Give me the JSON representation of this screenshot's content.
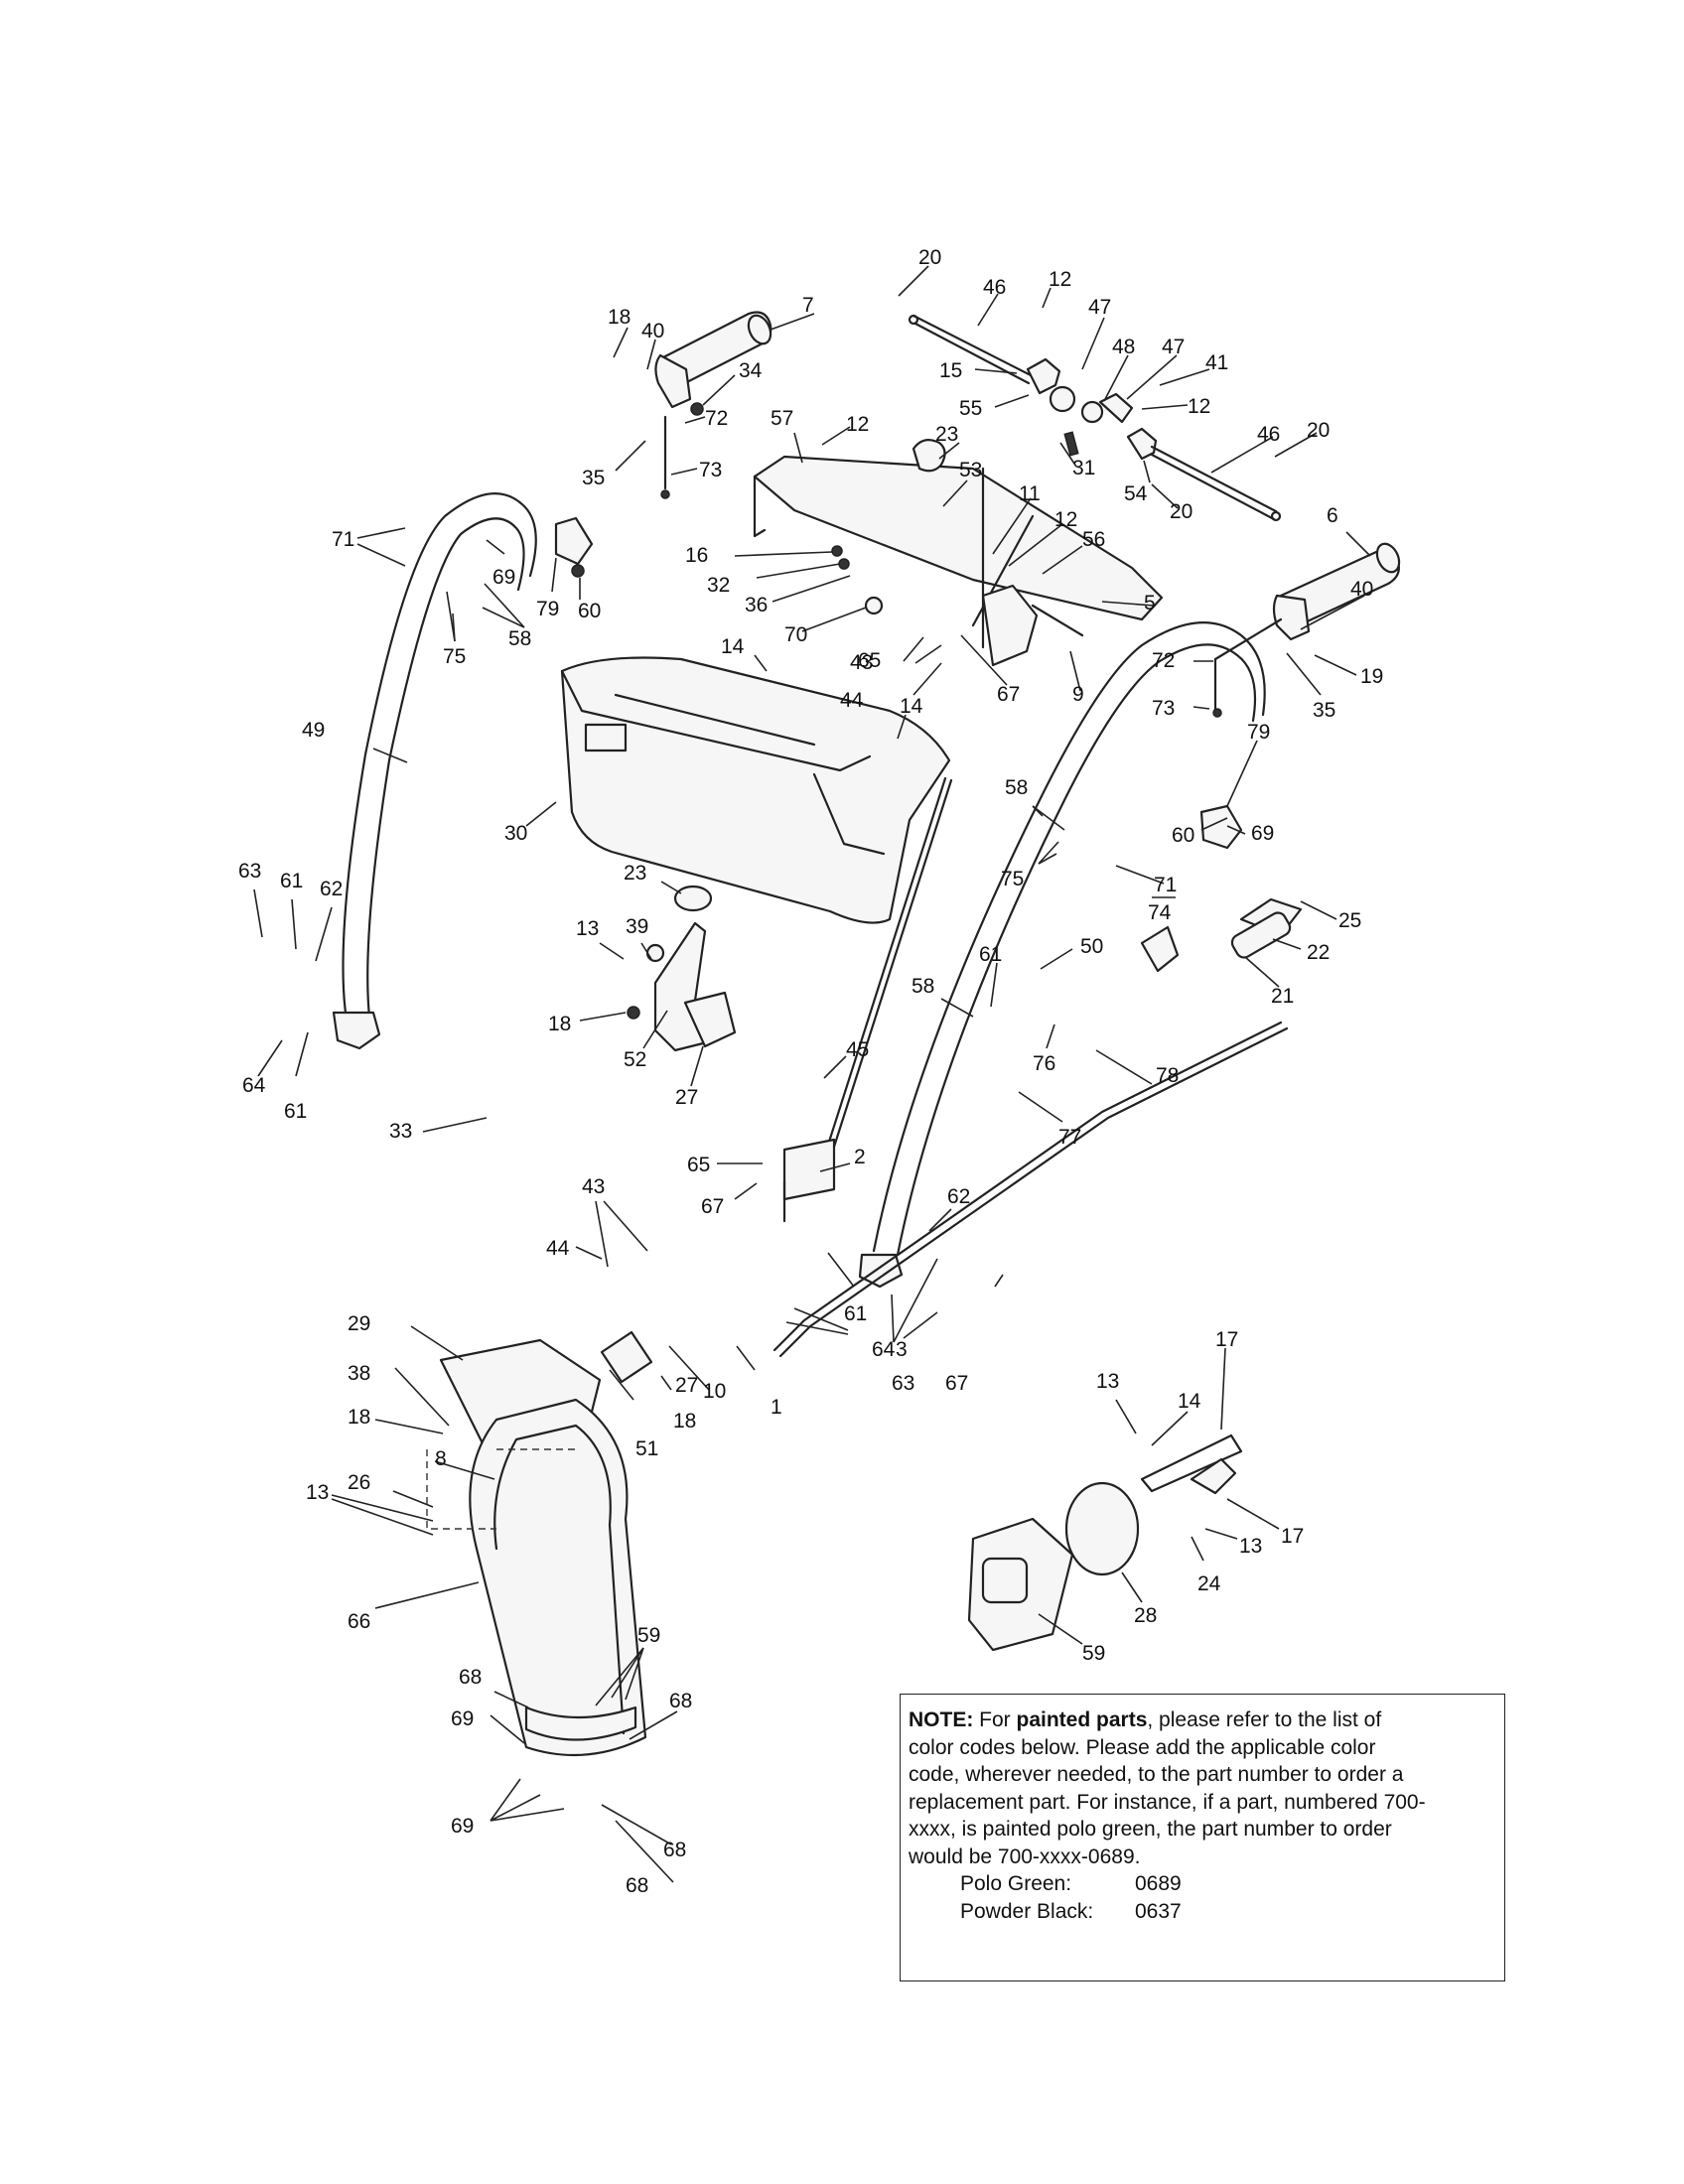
{
  "note": {
    "lead": "NOTE:",
    "pre": "For",
    "emph": "painted parts",
    "line1_rest": ", please refer to the list of",
    "line2": "color codes below. Please add the applicable color",
    "line3": "code, wherever needed, to the part number to order a",
    "line4": "replacement part. For instance, if a part, numbered 700-",
    "line5": "xxxx, is painted polo green, the part number to order",
    "line6": "would be 700-xxxx-0689.",
    "colors": [
      {
        "name": "Polo Green:",
        "code": "0689"
      },
      {
        "name": "Powder Black:",
        "code": "0637"
      }
    ]
  },
  "callouts": [
    "20",
    "46",
    "12",
    "47",
    "48",
    "47",
    "41",
    "15",
    "55",
    "12",
    "46",
    "20",
    "31",
    "54",
    "20",
    "7",
    "18",
    "40",
    "34",
    "72",
    "35",
    "73",
    "57",
    "12",
    "23",
    "53",
    "11",
    "12",
    "16",
    "32",
    "36",
    "56",
    "5",
    "70",
    "43",
    "65",
    "44",
    "67",
    "9",
    "6",
    "40",
    "72",
    "19",
    "73",
    "35",
    "71",
    "69",
    "79",
    "60",
    "75",
    "58",
    "49",
    "14",
    "14",
    "30",
    "79",
    "58",
    "60",
    "69",
    "75",
    "71",
    "74",
    "25",
    "22",
    "21",
    "63",
    "61",
    "62",
    "64",
    "61",
    "23",
    "13",
    "39",
    "18",
    "52",
    "27",
    "33",
    "45",
    "50",
    "61",
    "58",
    "76",
    "78",
    "77",
    "65",
    "2",
    "67",
    "43",
    "44",
    "62",
    "29",
    "38",
    "18",
    "8",
    "27",
    "51",
    "18",
    "10",
    "13",
    "26",
    "66",
    "3",
    "61",
    "64",
    "63",
    "67",
    "1",
    "17",
    "13",
    "14",
    "17",
    "13",
    "24",
    "28",
    "59",
    "59",
    "68",
    "68",
    "69",
    "69",
    "68",
    "68"
  ]
}
